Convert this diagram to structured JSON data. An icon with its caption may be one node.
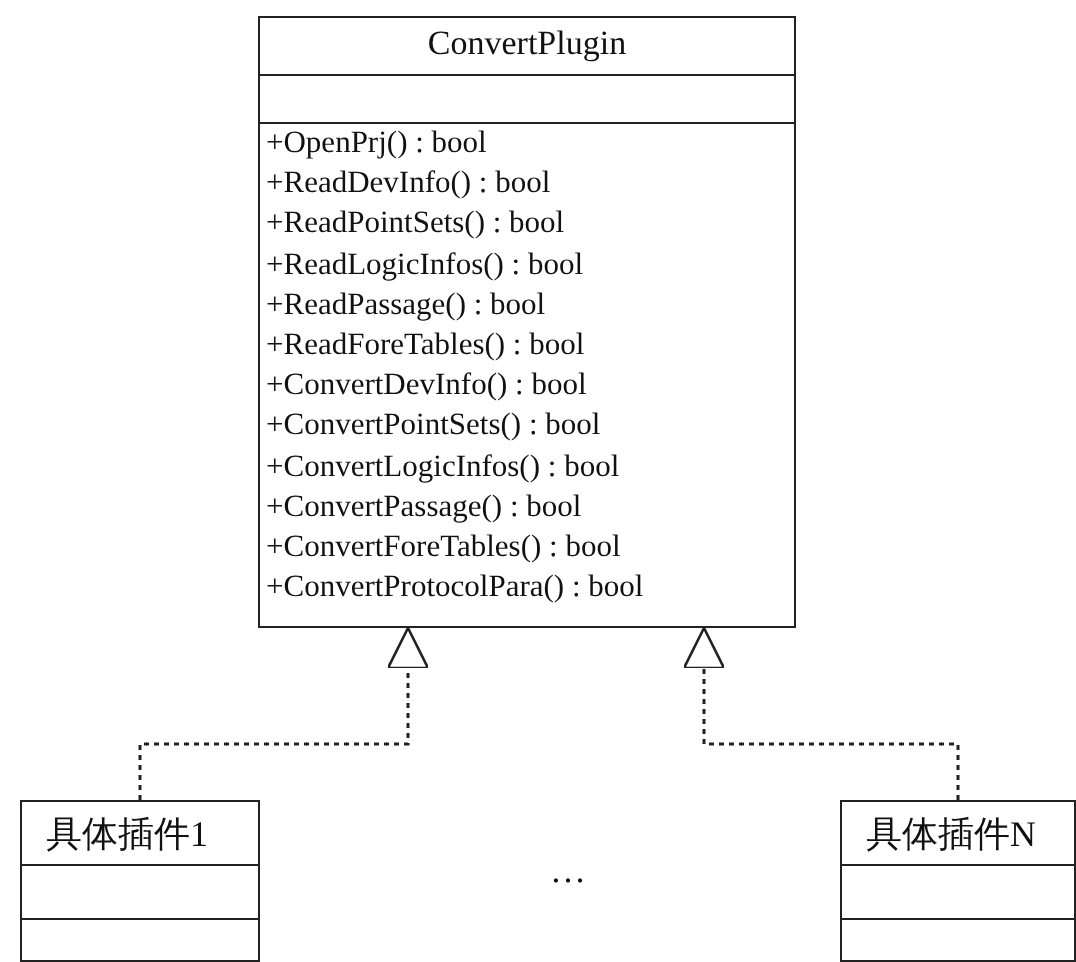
{
  "diagram": {
    "nodes": [
      {
        "text": [
          "ConvertPlugin",
          "+OpenPrj() : bool",
          "+ReadDevInfo() : bool",
          "+ReadPointSets() : bool",
          "+ReadLogicInfos() : bool",
          "+ReadPassage() : bool",
          "+ReadForeTables() : bool",
          "+ConvertDevInfo() : bool",
          "+ConvertPointSets() : bool",
          "+ConvertLogicInfos() : bool",
          "+ConvertPassage() : bool",
          "+ConvertForeTables() : bool",
          "+ConvertProtocolPara() : bool"
        ]
      },
      {
        "text": [
          "具体插件1"
        ]
      },
      {
        "text": [
          "具体插件N"
        ]
      }
    ],
    "edges": [
      {
        "from": 1,
        "to": 0,
        "arrow": "to",
        "style": "dashed"
      },
      {
        "from": 2,
        "to": 0,
        "arrow": "to",
        "style": "dashed"
      }
    ],
    "labels": [
      "…"
    ]
  }
}
